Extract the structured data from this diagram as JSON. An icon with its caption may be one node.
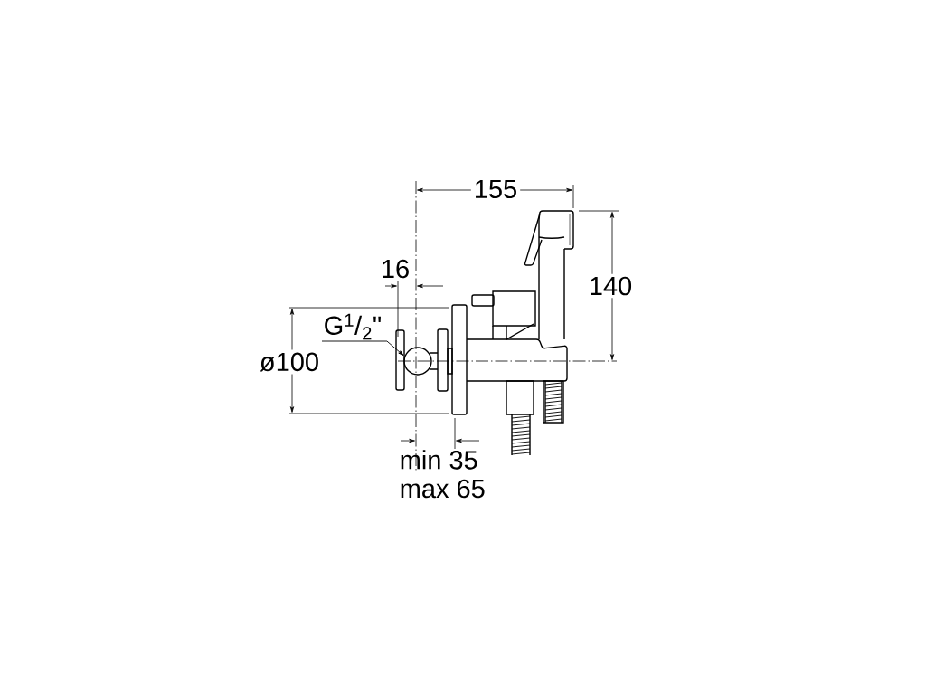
{
  "diagram": {
    "nodes": [
      {
        "text": [
          "G$^{1}$/$_{2}$\""
        ]
      },
      {
        "text": [],
        "shape": "circle"
      }
    ],
    "edges": [
      {
        "from": 0,
        "to": 1,
        "arrow": "to"
      }
    ],
    "labels": [
      "155",
      "16",
      "140",
      "ø100",
      "min 35",
      "max 65"
    ]
  }
}
